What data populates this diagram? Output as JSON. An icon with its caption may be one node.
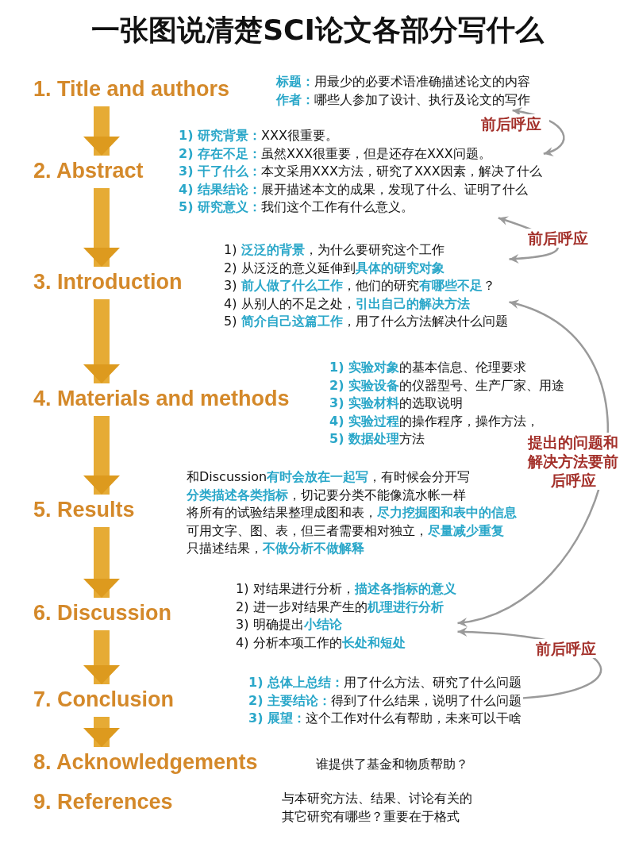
{
  "diagram": {
    "title": "一张图说清楚SCI论文各部分写什么",
    "nodes": [
      {
        "text": [
          "1. Title and authors"
        ]
      },
      {
        "text": [
          "**标题：**用最少的必要术语准确描述论文的内容",
          "**作者：**哪些人参加了设计、执行及论文的写作"
        ]
      },
      {
        "text": [
          "2. Abstract"
        ]
      },
      {
        "text": [
          "**1) 研究背景：**XXX很重要。",
          "**2) 存在不足：**虽然XXX很重要，但是还存在XXX问题。",
          "**3) 干了什么：**本文采用XXX方法，研究了XXX因素，解决了什么",
          "**4) 结果结论：**展开描述本文的成果，发现了什么、证明了什么",
          "**5) 研究意义：**我们这个工作有什么意义。"
        ]
      },
      {
        "text": [
          "3. Introduction"
        ]
      },
      {
        "text": [
          "1) **泛泛的背景**，为什么要研究这个工作",
          "2) 从泛泛的意义延伸到**具体的研究对象**",
          "3) **前人做了什么工作**，他们的研究**有哪些不足**？",
          "4) 从别人的不足之处，**引出自己的解决方法**",
          "5) **简介自己这篇工作**，用了什么方法解决什么问题"
        ]
      },
      {
        "text": [
          "4. Materials and methods"
        ]
      },
      {
        "text": [
          "**1) 实验对象**的基本信息、伦理要求",
          "**2) 实验设备**的仪器型号、生产厂家、用途",
          "**3) 实验材料**的选取说明",
          "**4) 实验过程**的操作程序，操作方法，",
          "**5) 数据处理**方法"
        ]
      },
      {
        "text": [
          "5. Results"
        ]
      },
      {
        "text": [
          "和Discussion**有时会放在一起写**，有时候会分开写",
          "**分类描述各类指标**，切记要分类不能像流水帐一样",
          "将所有的试验结果整理成图和表，**尽力挖掘图和表中的信息**",
          "可用文字、图、表，但三者需要相对独立，**尽量减少重复**",
          "只描述结果，**不做分析不做解释**"
        ]
      },
      {
        "text": [
          "6. Discussion"
        ]
      },
      {
        "text": [
          "1) 对结果进行分析，**描述各指标的意义**",
          "2) 进一步对结果产生的**机理进行分析**",
          "3) 明确提出**小结论**",
          "4) 分析本项工作的**长处和短处**"
        ]
      },
      {
        "text": [
          "7. Conclusion"
        ]
      },
      {
        "text": [
          "**1) 总体上总结：**用了什么方法、研究了什么问题",
          "**2) 主要结论：**得到了什么结果，说明了什么问题",
          "**3) 展望：**这个工作对什么有帮助，未来可以干啥"
        ]
      },
      {
        "text": [
          "8. Acknowledgements"
        ]
      },
      {
        "text": [
          "谁提供了基金和物质帮助？"
        ]
      },
      {
        "text": [
          "9. References"
        ]
      },
      {
        "text": [
          "与本研究方法、结果、讨论有关的其它研究有哪些？重要在于格式"
        ]
      }
    ],
    "edges": [
      {
        "from": 0,
        "to": 2,
        "arrow": "to"
      },
      {
        "from": 2,
        "to": 4,
        "arrow": "to"
      },
      {
        "from": 4,
        "to": 6,
        "arrow": "to"
      },
      {
        "from": 6,
        "to": 8,
        "arrow": "to"
      },
      {
        "from": 8,
        "to": 10,
        "arrow": "to"
      },
      {
        "from": 10,
        "to": 12,
        "arrow": "to"
      },
      {
        "from": 12,
        "to": 14,
        "arrow": "to"
      },
      {
        "from": 3,
        "to": 1,
        "arrow": "both",
        "label": "前后呼应",
        "color": "#9a9a9a"
      },
      {
        "from": 3,
        "to": 5,
        "arrow": "both",
        "label": "前后呼应",
        "color": "#9a9a9a"
      },
      {
        "from": 5,
        "to": 11,
        "arrow": "both",
        "label": "提出的问题和解决方法要前后呼应",
        "color": "#9a9a9a"
      },
      {
        "from": 13,
        "to": 11,
        "arrow": "to",
        "label": "前后呼应",
        "color": "#9a9a9a"
      }
    ]
  }
}
